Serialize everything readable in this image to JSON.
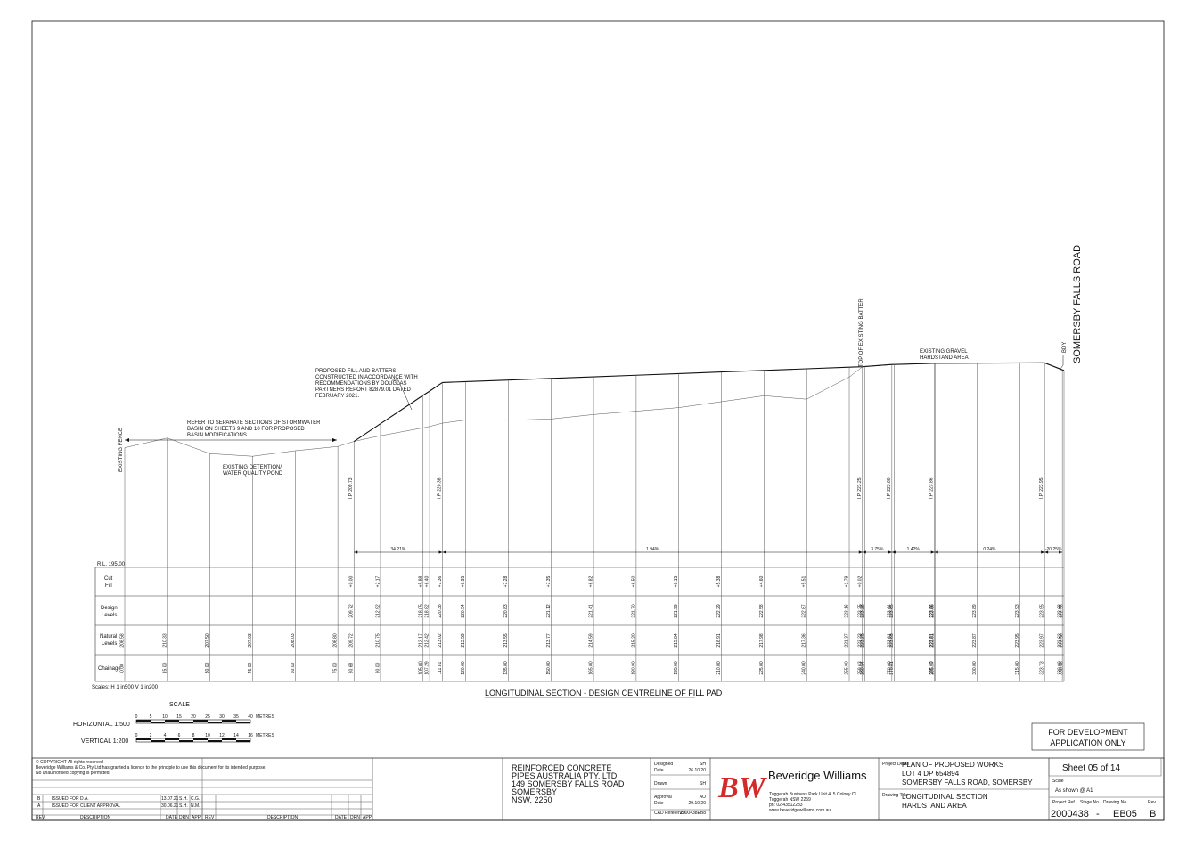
{
  "annotations": {
    "fence": "EXISTING FENCE",
    "refer_note": [
      "REFER TO SEPARATE SECTIONS OF STORMWATER",
      "BASIN ON SHEETS 9 AND 10 FOR PROPOSED",
      "BASIN MODIFICATIONS"
    ],
    "pond": [
      "EXISTING DETENTION/",
      "WATER QUALITY POND"
    ],
    "fill_note": [
      "PROPOSED FILL AND BATTERS",
      "CONSTRUCTED IN ACCORDANCE WITH",
      "RECOMMENDATIONS BY DOUGLAS",
      "PARTNERS REPORT 82879.01 DATED",
      "FEBRUARY 2021."
    ],
    "batter": "TOP OF EXISTING BATTER",
    "gravel": [
      "EXISTING GRAVEL",
      "HARDSTAND AREA"
    ],
    "bdy": "BDY",
    "road": "SOMERSBY FALLS ROAD",
    "ips": [
      {
        "label": "I.P. 209.73",
        "ch": 80.68
      },
      {
        "label": "I.P. 220.38",
        "ch": 111.81
      },
      {
        "label": "I.P. 223.25",
        "ch": 259.63
      },
      {
        "label": "I.P. 223.60",
        "ch": 270.0
      },
      {
        "label": "I.P. 223.86",
        "ch": 285.0
      },
      {
        "label": "I.P. 223.95",
        "ch": 323.73
      }
    ],
    "grades": [
      {
        "label": "34.21%",
        "from": 80.68,
        "to": 111.81
      },
      {
        "label": "1.94%",
        "from": 111.81,
        "to": 259.63
      },
      {
        "label": "3.75%",
        "from": 259.63,
        "to": 270.0
      },
      {
        "label": "1.42%",
        "from": 270.0,
        "to": 285.0
      },
      {
        "label": "0.24%",
        "from": 285.0,
        "to": 323.73
      },
      {
        "label": "-20.25%",
        "from": 323.73,
        "to": 330.0
      }
    ]
  },
  "table": {
    "datum": "R.L. 195.00",
    "row_labels": {
      "cutfill": [
        "Cut",
        "Fill"
      ],
      "design": [
        "Design",
        "Levels"
      ],
      "natural": [
        "Natural",
        "Levels"
      ],
      "chainage": "Chainage"
    },
    "columns": [
      {
        "ch": "0.00",
        "nat": "208.58",
        "des": "",
        "cf": ""
      },
      {
        "ch": "15.00",
        "nat": "210.33",
        "des": "",
        "cf": ""
      },
      {
        "ch": "30.00",
        "nat": "207.50",
        "des": "",
        "cf": ""
      },
      {
        "ch": "45.00",
        "nat": "207.03",
        "des": "",
        "cf": ""
      },
      {
        "ch": "60.00",
        "nat": "208.03",
        "des": "",
        "cf": ""
      },
      {
        "ch": "75.00",
        "nat": "208.80",
        "des": "",
        "cf": ""
      },
      {
        "ch": "80.68",
        "nat": "209.72",
        "des": "209.72",
        "cf": "+0.00"
      },
      {
        "ch": "90.00",
        "nat": "210.75",
        "des": "212.92",
        "cf": "+2.17"
      },
      {
        "ch": "105.00",
        "nat": "212.17",
        "des": "218.05",
        "cf": "+5.88"
      },
      {
        "ch": "107.29",
        "nat": "212.42",
        "des": "218.82",
        "cf": "+6.40"
      },
      {
        "ch": "111.81",
        "nat": "213.02",
        "des": "220.38",
        "cf": "+7.36"
      },
      {
        "ch": "120.00",
        "nat": "213.59",
        "des": "220.54",
        "cf": "+6.95"
      },
      {
        "ch": "135.00",
        "nat": "213.55",
        "des": "220.83",
        "cf": "+7.28"
      },
      {
        "ch": "150.00",
        "nat": "213.77",
        "des": "221.12",
        "cf": "+7.35"
      },
      {
        "ch": "165.00",
        "nat": "214.59",
        "des": "221.41",
        "cf": "+6.82"
      },
      {
        "ch": "180.00",
        "nat": "215.20",
        "des": "221.70",
        "cf": "+6.50"
      },
      {
        "ch": "195.00",
        "nat": "215.84",
        "des": "221.99",
        "cf": "+6.15"
      },
      {
        "ch": "210.00",
        "nat": "216.91",
        "des": "222.29",
        "cf": "+5.38"
      },
      {
        "ch": "225.00",
        "nat": "217.98",
        "des": "222.58",
        "cf": "+4.60"
      },
      {
        "ch": "240.00",
        "nat": "217.36",
        "des": "222.87",
        "cf": "+5.51"
      },
      {
        "ch": "255.00",
        "nat": "221.37",
        "des": "223.16",
        "cf": "+1.79"
      },
      {
        "ch": "259.63",
        "nat": "223.23",
        "des": "223.25",
        "cf": "+0.02"
      },
      {
        "ch": "260.54",
        "nat": "223.25",
        "des": "223.28",
        "cf": ""
      },
      {
        "ch": "270.00",
        "nat": "223.61",
        "des": "223.64",
        "cf": ""
      },
      {
        "ch": "270.81",
        "nat": "223.65",
        "des": "223.65",
        "cf": ""
      },
      {
        "ch": "285.00",
        "nat": "223.81",
        "des": "223.86",
        "cf": ""
      },
      {
        "ch": "285.17",
        "nat": "223.81",
        "des": "223.86",
        "cf": ""
      },
      {
        "ch": "300.00",
        "nat": "223.87",
        "des": "223.89",
        "cf": ""
      },
      {
        "ch": "315.00",
        "nat": "223.95",
        "des": "223.93",
        "cf": ""
      },
      {
        "ch": "323.73",
        "nat": "223.97",
        "des": "223.95",
        "cf": ""
      },
      {
        "ch": "330.00",
        "nat": "222.62",
        "des": "222.68",
        "cf": ""
      },
      {
        "ch": "330.58",
        "nat": "222.50",
        "des": "222.58",
        "cf": ""
      }
    ]
  },
  "scales_note": "Scales: H 1 in500 V 1 in200",
  "section_title": "LONGITUDINAL SECTION - DESIGN CENTRELINE OF FILL PAD",
  "scale_bar": {
    "heading": "SCALE",
    "h_label": "HORIZONTAL 1:500",
    "h_ticks": [
      "0",
      "5",
      "10",
      "15",
      "20",
      "25",
      "30",
      "35",
      "40"
    ],
    "h_unit": "METRES",
    "v_label": "VERTICAL 1:200",
    "v_ticks": [
      "0",
      "2",
      "4",
      "6",
      "8",
      "10",
      "12",
      "14",
      "16"
    ],
    "v_unit": "METRES"
  },
  "stamp": [
    "FOR DEVELOPMENT",
    "APPLICATION ONLY"
  ],
  "title_block": {
    "copyright": [
      "© COPYRIGHT  All rights reserved",
      "Beveridge Williams & Co. Pty Ltd has granted a licence to the principle to use this document for its intended purpose.",
      "No unauthorised copying is permitted."
    ],
    "revisions": [
      {
        "rev": "B",
        "desc": "ISSUED FOR D.A.",
        "date": "13.07.21",
        "drn": "S.H.",
        "app": "C.G."
      },
      {
        "rev": "A",
        "desc": "ISSUED FOR CLIENT APPROVAL",
        "date": "30.06.21",
        "drn": "S.H.",
        "app": "N.M."
      }
    ],
    "rev_headers": [
      "REV",
      "DESCRIPTION",
      "DATE",
      "DRN",
      "APP"
    ],
    "client": [
      "REINFORCED CONCRETE",
      "PIPES AUSTRALIA PTY. LTD.",
      "149 SOMERSBY FALLS ROAD",
      "SOMERSBY",
      "NSW, 2250"
    ],
    "meta": [
      {
        "k": "Designed",
        "v": "SH"
      },
      {
        "k": "Date",
        "v": "26.10.20"
      },
      {
        "k": "Drawn",
        "v": "SH"
      },
      {
        "k": "Approval",
        "v": "AO"
      },
      {
        "k": "Date",
        "v": "29.10.20"
      },
      {
        "k": "CAD Reference",
        "v": "2000438EB8"
      }
    ],
    "company": "Beveridge Williams",
    "company_logo": "BW",
    "company_address": [
      "Tuggerah Business Park Unit 4, 5 Colony Cl",
      "Tuggerah NSW 2259",
      "ph: 02 43512283",
      "www.beveridgewilliams.com.au"
    ],
    "project_label": "Project Detail",
    "project": [
      "PLAN OF PROPOSED WORKS",
      "LOT 4 DP 654894",
      "SOMERSBY FALLS ROAD, SOMERSBY"
    ],
    "drawing_label": "Drawing Title",
    "drawing_title": [
      "LONGITUDINAL SECTION",
      "HARDSTAND AREA"
    ],
    "sheet": "Sheet  05 of 14",
    "scale_label": "Scale",
    "scale": "As shown @ A1",
    "ref_headers": [
      "Project Ref",
      "Stage No",
      "Drawing No",
      "Rev"
    ],
    "project_ref": "2000438",
    "stage": "-",
    "drawing_no": "EB05",
    "rev": "B"
  }
}
